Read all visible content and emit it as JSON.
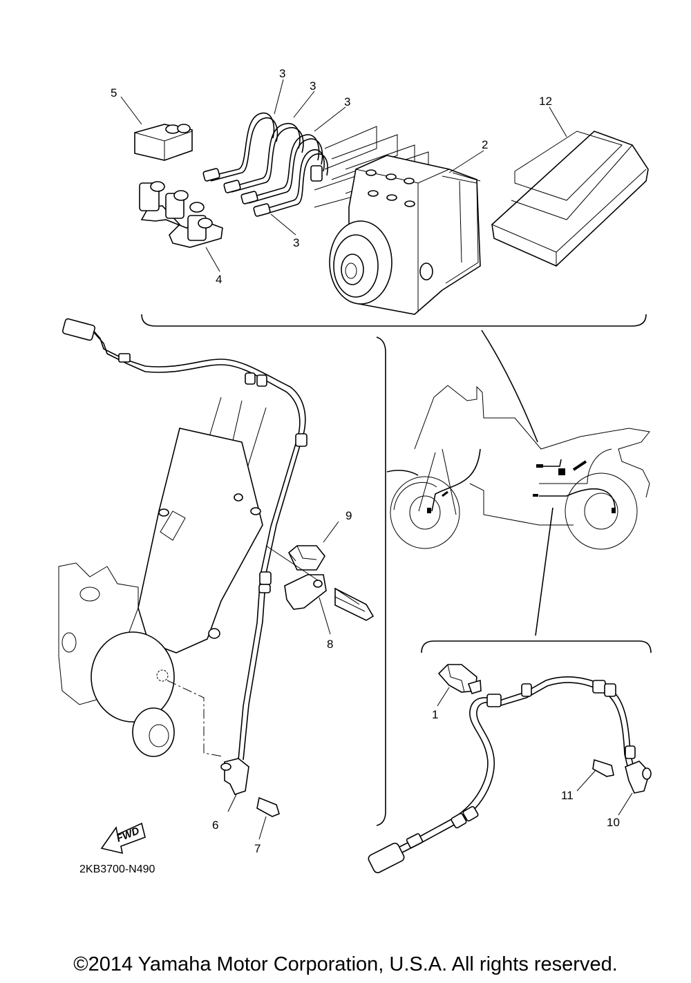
{
  "diagram": {
    "callouts": [
      "1",
      "2",
      "3",
      "3",
      "3",
      "3",
      "4",
      "5",
      "6",
      "7",
      "8",
      "9",
      "10",
      "11",
      "12"
    ],
    "drawing_code": "2KB3700-N490",
    "fwd_label": "FWD",
    "copyright": "©2014 Yamaha Motor Corporation, U.S.A. All rights reserved."
  }
}
